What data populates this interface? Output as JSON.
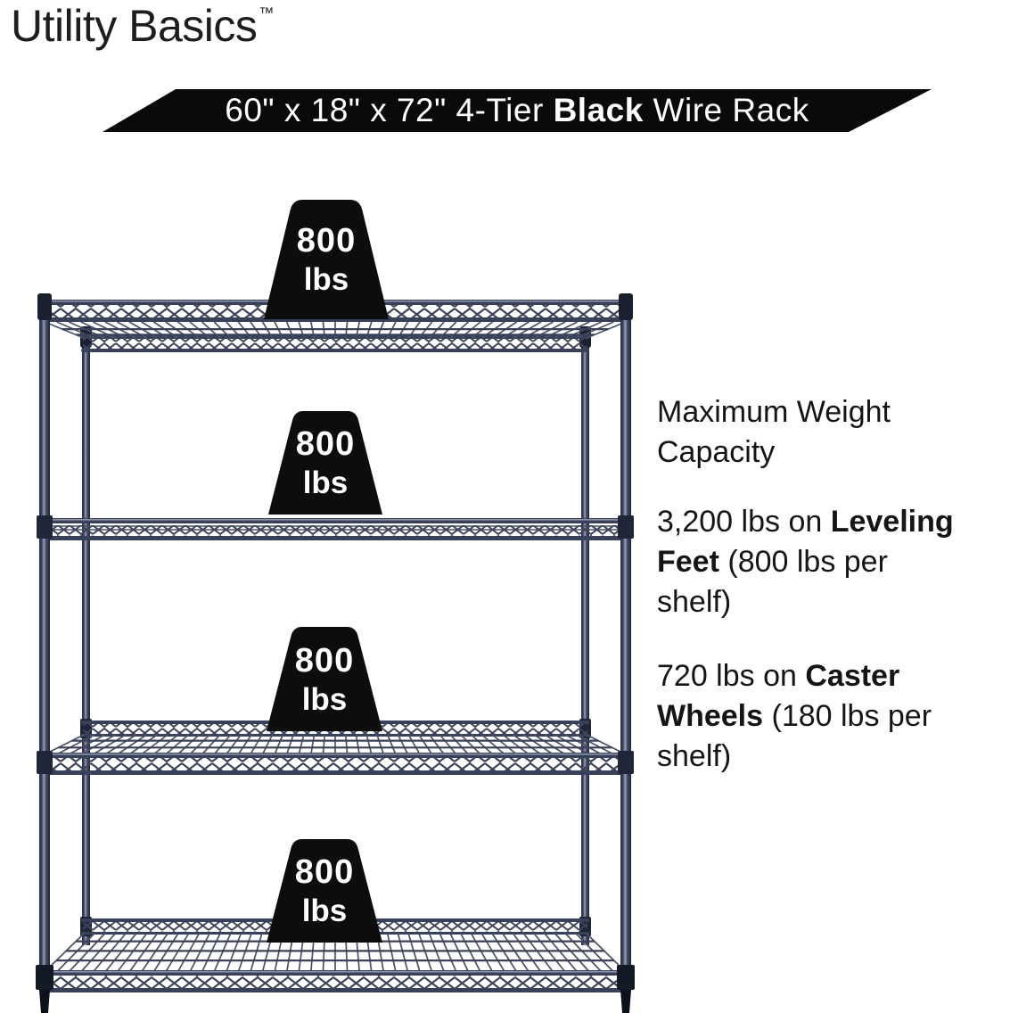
{
  "brand": {
    "name": "Utility Basics",
    "trademark_symbol": "™"
  },
  "title_banner": {
    "dimensions": "60\" x 18\" x 72\" 4-Tier ",
    "highlight": "Black",
    "rest": " Wire Rack",
    "background_color": "#0a0a0a",
    "text_color": "#ffffff"
  },
  "shelf_weight_labels": [
    {
      "icon": "weight-icon",
      "value": "800",
      "unit": "lbs"
    },
    {
      "icon": "weight-icon",
      "value": "800",
      "unit": "lbs"
    },
    {
      "icon": "weight-icon",
      "value": "800",
      "unit": "lbs"
    },
    {
      "icon": "weight-icon",
      "value": "800",
      "unit": "lbs"
    }
  ],
  "capacity_info": {
    "heading": "Maximum Weight Capacity",
    "leveling_feet": {
      "prefix": "3,200 lbs on ",
      "bold": "Leveling Feet",
      "suffix": " (800 lbs per shelf)"
    },
    "caster_wheels": {
      "prefix": "720 lbs on ",
      "bold": "Caster Wheels",
      "suffix": " (180 lbs per shelf)"
    }
  },
  "rack_illustration": {
    "tiers": 4,
    "frame_color": "#39405a",
    "weight_block_color": "#0d0d0d"
  }
}
